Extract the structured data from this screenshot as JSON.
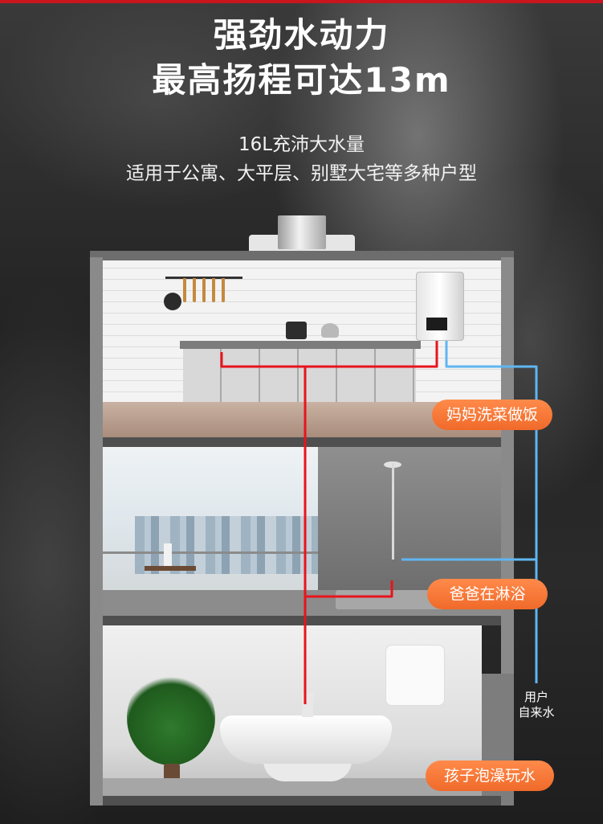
{
  "header": {
    "title_line1": "强劲水动力",
    "title_line2": "最高扬程可达13m",
    "subtitle_line1": "16L充沛大水量",
    "subtitle_line2": "适用于公寓、大平层、别墅大宅等多种户型"
  },
  "rooms": {
    "kitchen_label": "妈妈洗菜做饭",
    "shower_label": "爸爸在淋浴",
    "bath_label": "孩子泡澡玩水"
  },
  "supply": {
    "label_line1": "用户",
    "label_line2": "自来水"
  },
  "colors": {
    "hot_pipe": "#e8141c",
    "cold_pipe": "#5fb6f2",
    "badge": "#f47a36",
    "accent_bar": "#c9151e"
  }
}
